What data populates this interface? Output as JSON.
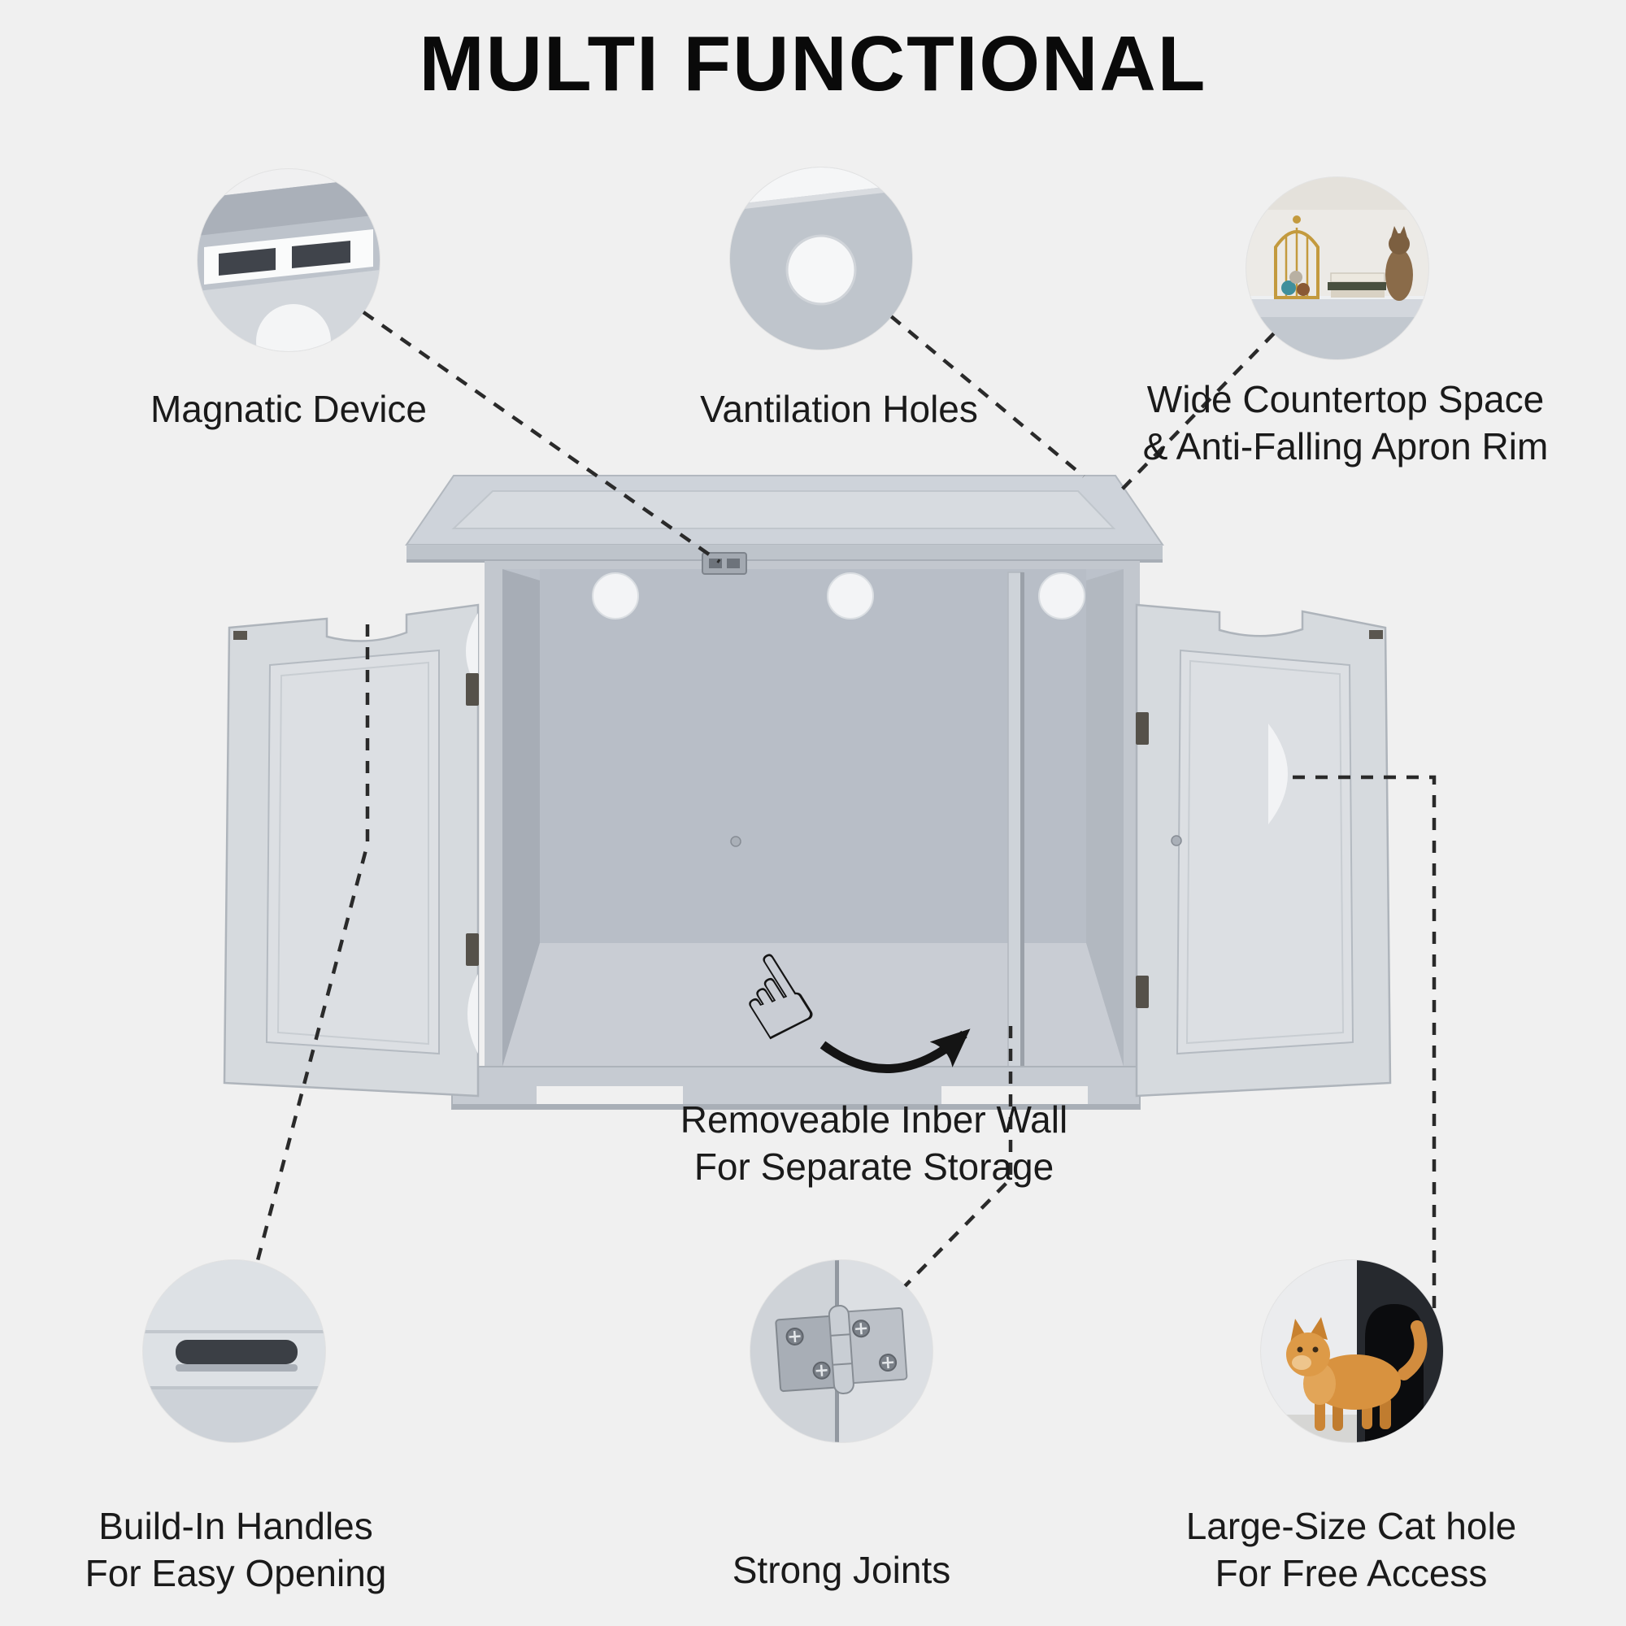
{
  "title": "MULTI FUNCTIONAL",
  "callouts": {
    "magnetic": {
      "label": "Magnatic Device"
    },
    "ventilation": {
      "label": "Vantilation Holes"
    },
    "countertop": {
      "line1": "Wide Countertop Space",
      "line2": "& Anti-Falling Apron Rim"
    },
    "handles": {
      "line1": "Build-In Handles",
      "line2": "For Easy Opening"
    },
    "joints": {
      "label": "Strong Joints"
    },
    "cathole": {
      "line1": "Large-Size Cat hole",
      "line2": "For Free Access"
    }
  },
  "annotation": {
    "line1": "Removeable Inber Wall",
    "line2": "For Separate Storage"
  },
  "icons": {
    "pointing_hand": "☝"
  },
  "colors": {
    "background": "#f0f0f0",
    "leader_line": "#2a2a2a",
    "cabinet_gray": "#ced3da",
    "interior_gray": "#b8bec7",
    "text": "#1a1a1a",
    "dark_slot": "#3b3f45",
    "cat_orange": "#d8923f"
  }
}
